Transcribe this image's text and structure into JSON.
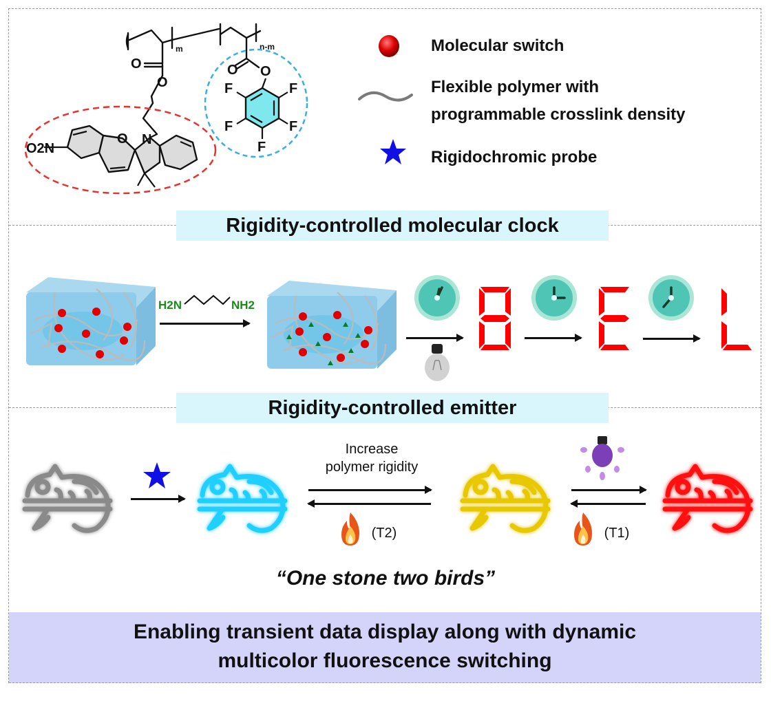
{
  "structure": {
    "repeat_units": [
      "m",
      "n-m"
    ],
    "nitro_group": "O2N",
    "ring_atoms": [
      "O",
      "N"
    ],
    "fluorine_label": "F",
    "ester_oxygen": "O",
    "highlight_colors": {
      "switch_ellipse": "#e8302c",
      "pfp_ellipse": "#3aaee0",
      "pfp_ring_fill": "#7ee8ee",
      "spiro_fill": "#dcdcdc"
    }
  },
  "legend": {
    "items": [
      {
        "icon": "red-sphere-icon",
        "label": "Molecular switch"
      },
      {
        "icon": "wavy-line-icon",
        "label_lines": [
          "Flexible polymer with",
          "programmable crosslink density"
        ]
      },
      {
        "icon": "blue-star-icon",
        "label": "Rigidochromic probe"
      }
    ]
  },
  "clock_section": {
    "title": "Rigidity-controlled molecular clock",
    "reagent": {
      "left": "H2N",
      "right": "NH2",
      "color": "#1a8a1a"
    },
    "stimulus_icon": "light-bulb-off-icon",
    "clock_icons": [
      "clock-icon",
      "clock-icon",
      "clock-icon"
    ],
    "display_letters": [
      "B",
      "E",
      "L"
    ],
    "display_color": "#ff0000"
  },
  "emitter_section": {
    "title": "Rigidity-controlled emitter",
    "probe_icon": "blue-star-icon",
    "forward_label_lines": [
      "Increase",
      "polymer rigidity"
    ],
    "reverse_labels": [
      "(T2)",
      "(T1)"
    ],
    "chameleon_colors": [
      "#8a8a8a",
      "#1fd0ff",
      "#e8c800",
      "#ff1010"
    ],
    "uv_icon": "purple-bulb-icon",
    "heat_icon": "flame-icon"
  },
  "quote": "“One stone two birds”",
  "banner": {
    "lines": [
      "Enabling transient data display along with dynamic",
      "multicolor fluorescence switching"
    ],
    "background": "#d4d4fb"
  }
}
